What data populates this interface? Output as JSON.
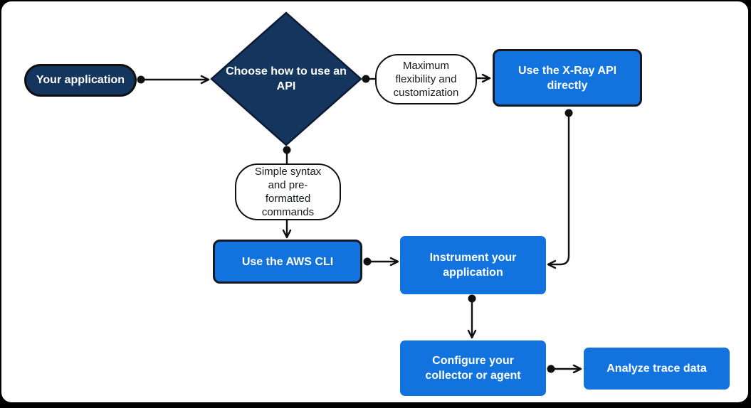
{
  "diagram_type": "flowchart",
  "colors": {
    "canvas": "#ffffff",
    "frame": "#000000",
    "navy": "#14365E",
    "blue": "#1273DE",
    "line": "#101010",
    "node_text_light": "#ffffff",
    "annotation_text": "#16191f"
  },
  "nodes": {
    "your_application": {
      "label": "Your application",
      "type": "terminator"
    },
    "choose_api": {
      "label": "Choose how to use an API",
      "type": "decision"
    },
    "max_flexibility": {
      "label": "Maximum flexibility and customization",
      "type": "annotation"
    },
    "simple_syntax": {
      "label": "Simple syntax and pre-formatted commands",
      "type": "annotation"
    },
    "use_xray_api": {
      "label": "Use the X-Ray API directly",
      "type": "process"
    },
    "use_aws_cli": {
      "label": "Use the AWS CLI",
      "type": "process"
    },
    "instrument_app": {
      "label": "Instrument your application",
      "type": "process"
    },
    "configure_collector": {
      "label": "Configure your collector or agent",
      "type": "process"
    },
    "analyze_trace": {
      "label": "Analyze trace data",
      "type": "process"
    }
  },
  "edges": [
    {
      "from": "your_application",
      "to": "choose_api"
    },
    {
      "from": "choose_api",
      "to": "max_flexibility"
    },
    {
      "from": "max_flexibility",
      "to": "use_xray_api"
    },
    {
      "from": "choose_api",
      "to": "simple_syntax"
    },
    {
      "from": "simple_syntax",
      "to": "use_aws_cli"
    },
    {
      "from": "use_aws_cli",
      "to": "instrument_app"
    },
    {
      "from": "use_xray_api",
      "to": "instrument_app"
    },
    {
      "from": "instrument_app",
      "to": "configure_collector"
    },
    {
      "from": "configure_collector",
      "to": "analyze_trace"
    }
  ]
}
